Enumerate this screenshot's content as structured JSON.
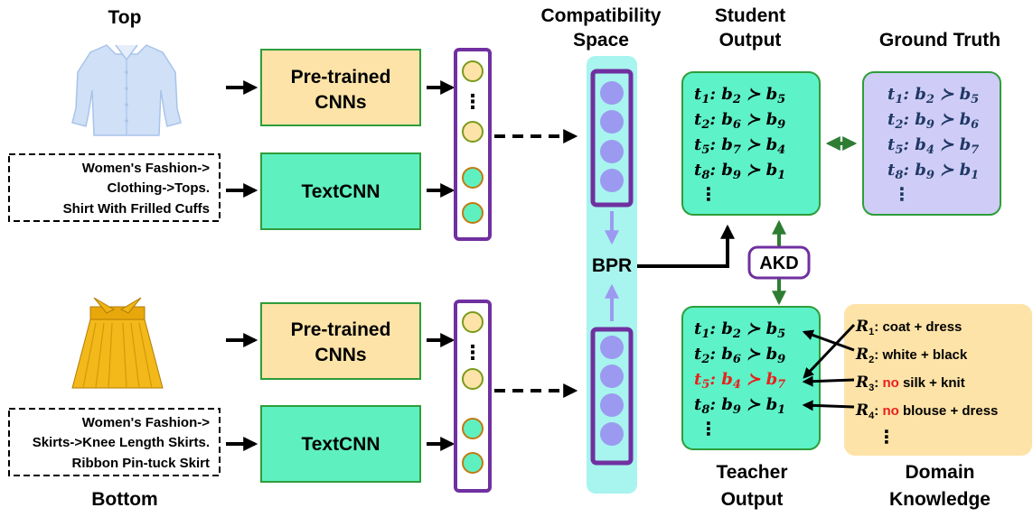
{
  "labels": {
    "top": "Top",
    "bottom": "Bottom",
    "compat_line1": "Compatibility",
    "compat_line2": "Space",
    "student_line1": "Student",
    "student_line2": "Output",
    "ground_truth": "Ground Truth",
    "teacher_line1": "Teacher",
    "teacher_line2": "Output",
    "domain_line1": "Domain",
    "domain_line2": "Knowledge"
  },
  "top_text": [
    "Women's Fashion->",
    "Clothing->Tops.",
    "Shirt With Frilled Cuffs"
  ],
  "bottom_text": [
    "Women's Fashion->",
    "Skirts->Knee Length Skirts.",
    "Ribbon Pin-tuck Skirt"
  ],
  "modules": {
    "cnn_line1": "Pre-trained",
    "cnn_line2": "CNNs",
    "textcnn": "TextCNN",
    "bpr": "BPR",
    "akd": "AKD"
  },
  "student_output": [
    {
      "t": "1",
      "l": "2",
      "r": "5"
    },
    {
      "t": "2",
      "l": "6",
      "r": "9"
    },
    {
      "t": "5",
      "l": "7",
      "r": "4"
    },
    {
      "t": "8",
      "l": "9",
      "r": "1"
    }
  ],
  "ground_truth": [
    {
      "t": "1",
      "l": "2",
      "r": "5"
    },
    {
      "t": "2",
      "l": "9",
      "r": "6"
    },
    {
      "t": "5",
      "l": "4",
      "r": "7"
    },
    {
      "t": "8",
      "l": "9",
      "r": "1"
    }
  ],
  "teacher_output": [
    {
      "t": "1",
      "l": "2",
      "r": "5",
      "highlight": false
    },
    {
      "t": "2",
      "l": "6",
      "r": "9",
      "highlight": false
    },
    {
      "t": "5",
      "l": "4",
      "r": "7",
      "highlight": true
    },
    {
      "t": "8",
      "l": "9",
      "r": "1",
      "highlight": false
    }
  ],
  "rules": [
    {
      "id": "1",
      "neg": "",
      "text": "coat + dress"
    },
    {
      "id": "2",
      "neg": "",
      "text": "white + black"
    },
    {
      "id": "3",
      "neg": "no",
      "text": "silk + knit"
    },
    {
      "id": "4",
      "neg": "no",
      "text": "blouse + dress"
    }
  ],
  "symbols": {
    "t": "t",
    "b": "b",
    "r": "R",
    "succ": "≻",
    "vdots": "⋮"
  },
  "colors": {
    "cnn_fill": "#fde3a7",
    "text_fill": "#5ff0c0",
    "student_fill": "#5ef2c8",
    "truth_fill": "#cfcdf7",
    "teacher_fill": "#5ef2c8",
    "knowledge_fill": "#fde3a7",
    "compat_fill": "#a8f4ee",
    "vector_border": "#7030a0",
    "purple_circle": "#9b9af0",
    "green_arrow": "#2e7d32",
    "highlight_red": "#e8201c",
    "math_blue": "#1f3864"
  }
}
